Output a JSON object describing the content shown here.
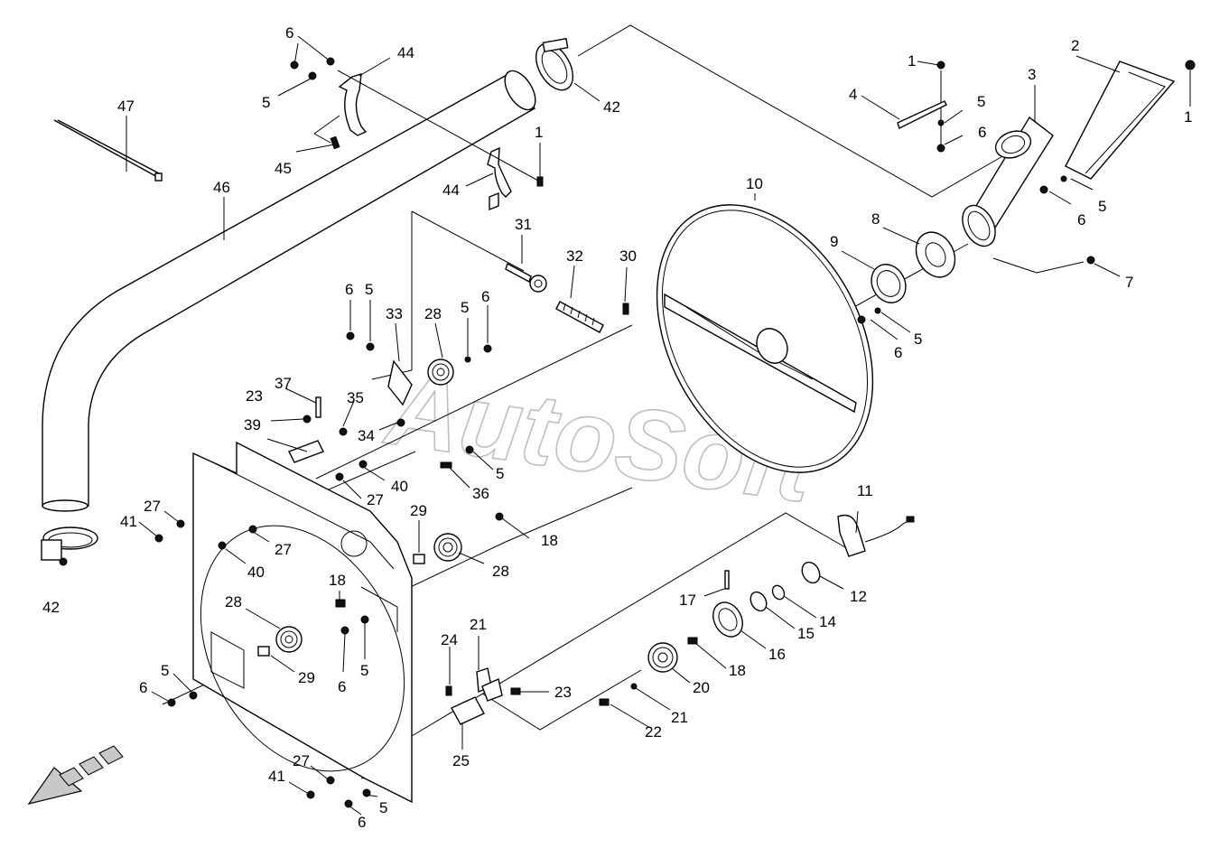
{
  "watermark": "AutoSoft",
  "callouts": {
    "c1a": "1",
    "c1b": "1",
    "c1c": "1",
    "c2": "2",
    "c3": "3",
    "c4": "4",
    "c5a": "5",
    "c5b": "5",
    "c5c": "5",
    "c5d": "5",
    "c5e": "5",
    "c5f": "5",
    "c5g": "5",
    "c5h": "5",
    "c5i": "5",
    "c5j": "5",
    "c6a": "6",
    "c6b": "6",
    "c6c": "6",
    "c6d": "6",
    "c6e": "6",
    "c6f": "6",
    "c6g": "6",
    "c6h": "6",
    "c6i": "6",
    "c7": "7",
    "c8": "8",
    "c9": "9",
    "c10": "10",
    "c11": "11",
    "c12": "12",
    "c14": "14",
    "c15": "15",
    "c16": "16",
    "c17": "17",
    "c18a": "18",
    "c18b": "18",
    "c18c": "18",
    "c20": "20",
    "c21a": "21",
    "c21b": "21",
    "c22": "22",
    "c23a": "23",
    "c23b": "23",
    "c24": "24",
    "c25": "25",
    "c27a": "27",
    "c27b": "27",
    "c27c": "27",
    "c27d": "27",
    "c28a": "28",
    "c28b": "28",
    "c28c": "28",
    "c29a": "29",
    "c29b": "29",
    "c30": "30",
    "c31": "31",
    "c32": "32",
    "c33": "33",
    "c34": "34",
    "c35": "35",
    "c36": "36",
    "c37": "37",
    "c39": "39",
    "c40a": "40",
    "c40b": "40",
    "c41a": "41",
    "c41b": "41",
    "c42a": "42",
    "c42b": "42",
    "c44a": "44",
    "c44b": "44",
    "c45": "45",
    "c46": "46",
    "c47": "47"
  }
}
